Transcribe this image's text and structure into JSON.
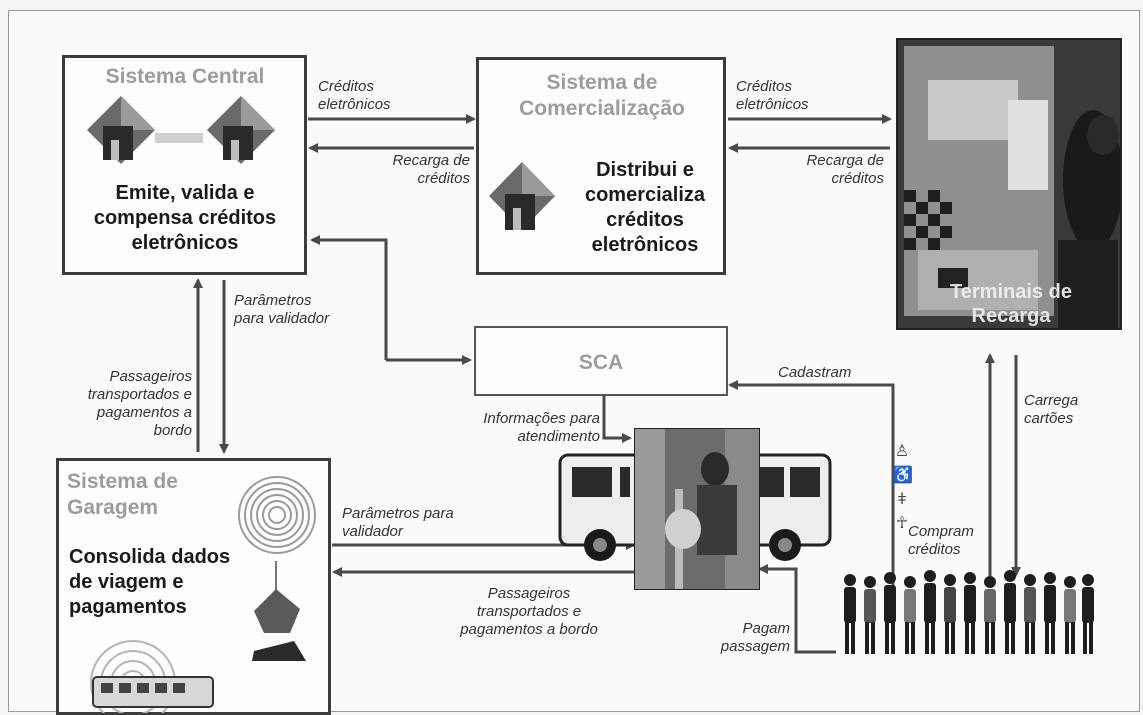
{
  "central": {
    "title": "Sistema Central",
    "desc": [
      "Emite, valida e",
      "compensa créditos",
      "eletrônicos"
    ]
  },
  "comercializacao": {
    "title": [
      "Sistema de",
      "Comercialização"
    ],
    "desc": [
      "Distribui e",
      "comercializa",
      "créditos",
      "eletrônicos"
    ]
  },
  "garagem": {
    "title": [
      "Sistema de",
      "Garagem"
    ],
    "desc": [
      "Consolida dados",
      "de viagem e",
      "pagamentos"
    ]
  },
  "sca": {
    "title": "SCA"
  },
  "terminais": {
    "title": [
      "Terminais de",
      "Recarga"
    ]
  },
  "labels": {
    "creditos_1": [
      "Créditos",
      "eletrônicos"
    ],
    "recarga_1": [
      "Recarga de",
      "créditos"
    ],
    "creditos_2": [
      "Créditos",
      "eletrônicos"
    ],
    "recarga_2": [
      "Recarga de",
      "créditos"
    ],
    "parametros_1": [
      "Parâmetros",
      "para validador"
    ],
    "passageiros_1": [
      "Passageiros",
      "transportados e",
      "pagamentos a",
      "bordo"
    ],
    "informacoes": [
      "Informações para",
      "atendimento"
    ],
    "cadastram": "Cadastram",
    "carrega": [
      "Carrega",
      "cartões"
    ],
    "parametros_2": [
      "Parâmetros para",
      "validador"
    ],
    "passageiros_2": [
      "Passageiros",
      "transportados e",
      "pagamentos a bordo"
    ],
    "compram": [
      "Compram",
      "créditos"
    ],
    "pagam": [
      "Pagam",
      "passagem"
    ]
  },
  "colors": {
    "arrow": "#4a4a4a",
    "title_gray": "#9c9c9c"
  },
  "icons": [
    "house-network-icon",
    "house-icon",
    "fingerprint-icon",
    "accessibility-icons",
    "bus-icon",
    "crowd-icon"
  ]
}
